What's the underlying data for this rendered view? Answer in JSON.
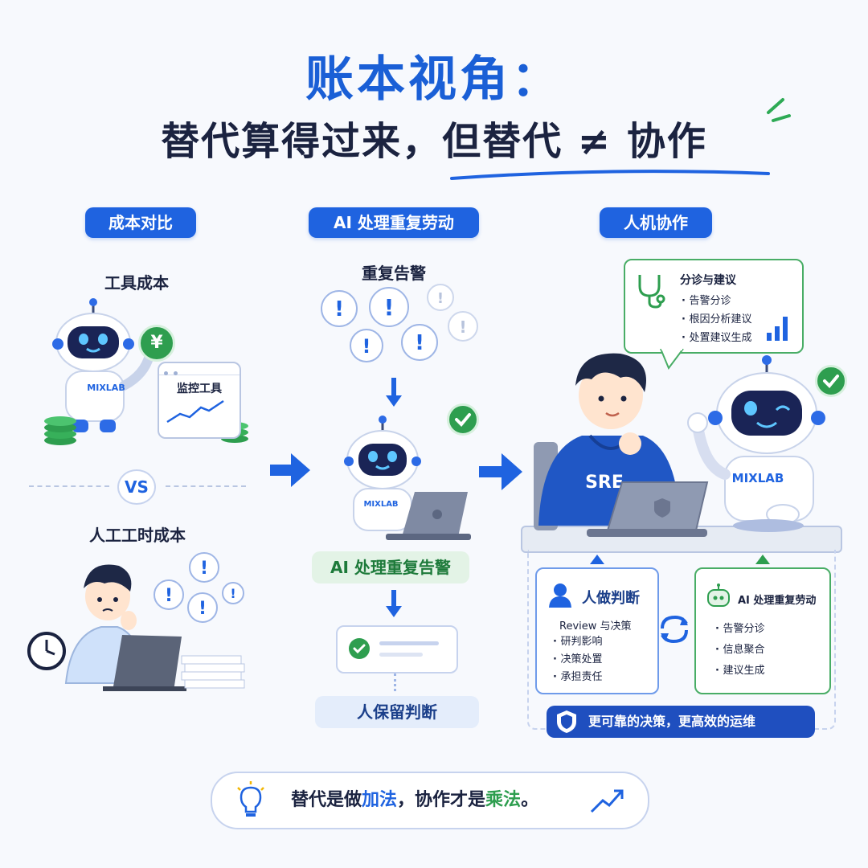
{
  "header": {
    "title": "账本视角：",
    "subtitle": "替代算得过来，但替代 ≠ 协作"
  },
  "columns": {
    "left": {
      "pill": "成本对比",
      "tool_cost_label": "工具成本",
      "monitor_label": "监控工具",
      "robot_badge": "MIXLAB",
      "vs_label": "VS",
      "labor_cost_label": "人工工时成本",
      "yen_symbol": "¥"
    },
    "middle": {
      "pill": "AI 处理重复劳动",
      "alerts_label": "重复告警",
      "robot_badge": "MIXLAB",
      "ai_handles_label": "AI 处理重复告警",
      "human_keeps_label": "人保留判断"
    },
    "right": {
      "pill": "人机协作",
      "bubble": {
        "title": "分诊与建议",
        "items": [
          "告警分诊",
          "根因分析建议",
          "处置建议生成"
        ]
      },
      "hoodie_text": "SRE",
      "robot_badge": "MIXLAB",
      "human_card": {
        "title": "人做判断",
        "subtitle": "Review 与决策",
        "items": [
          "研判影响",
          "决策处置",
          "承担责任"
        ]
      },
      "ai_card": {
        "title": "AI 处理重复劳动",
        "items": [
          "告警分诊",
          "信息聚合",
          "建议生成"
        ]
      },
      "footer_banner": "更可靠的决策，更高效的运维"
    }
  },
  "bottom": {
    "part1": "替代是做",
    "highlight1": "加法",
    "part2": "，协作才是",
    "highlight2": "乘法",
    "part3": "。"
  },
  "colors": {
    "brand_blue": "#1f63e0",
    "title_blue": "#1a5fd6",
    "green": "#2e9e4f",
    "dark": "#1b2340"
  },
  "icons": [
    "lightbulb-icon",
    "trend-up-icon",
    "stethoscope-icon",
    "bar-chart-icon",
    "check-icon",
    "shield-icon",
    "person-icon",
    "robot-icon",
    "sync-icon",
    "clock-icon",
    "arrow-right-icon",
    "arrow-down-icon",
    "alert-bubble-icon"
  ]
}
